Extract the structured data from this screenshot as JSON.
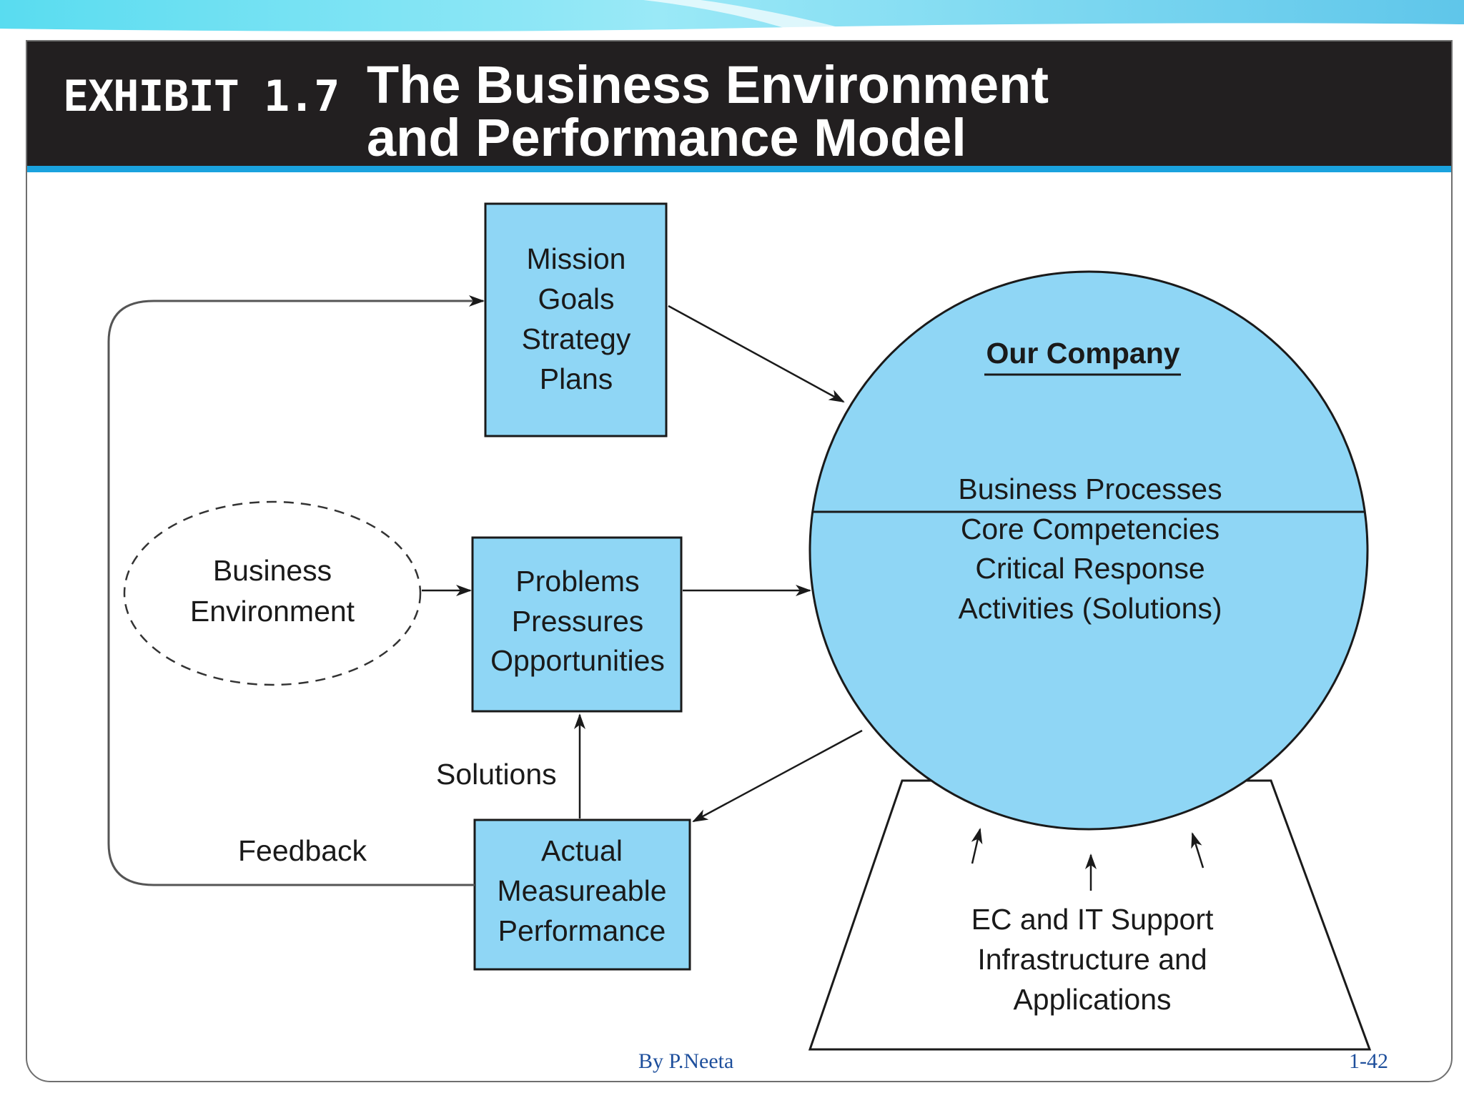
{
  "exhibit": {
    "label": "EXHIBIT 1.7",
    "title_line1": "The Business Environment",
    "title_line2": "and Performance Model"
  },
  "mission_box": {
    "lines": [
      "Mission",
      "Goals",
      "Strategy",
      "Plans"
    ]
  },
  "business_environment": {
    "lines": [
      "Business",
      "Environment"
    ]
  },
  "problems_box": {
    "lines": [
      "Problems",
      "Pressures",
      "Opportunities"
    ]
  },
  "performance_box": {
    "lines": [
      "Actual",
      "Measureable",
      "Performance"
    ]
  },
  "company": {
    "title": "Our Company",
    "lines": [
      "Business Processes",
      "Core Competencies",
      "Critical Response",
      "Activities (Solutions)"
    ]
  },
  "support": {
    "lines": [
      "EC and IT Support",
      "Infrastructure and",
      "Applications"
    ]
  },
  "labels": {
    "solutions": "Solutions",
    "feedback": "Feedback"
  },
  "footer": {
    "author": "By P.Neeta",
    "page": "1-42"
  },
  "colors": {
    "box_fill": "#8fd6f5",
    "header_bg": "#221f20",
    "accent_rule": "#1aa2de",
    "footer_text": "#1e4f9c"
  }
}
